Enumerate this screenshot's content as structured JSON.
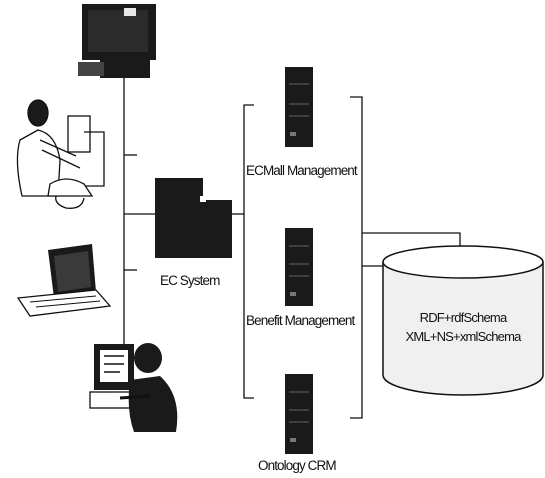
{
  "nodes": {
    "ec_system": "EC System",
    "ecmall": "ECMall Management",
    "benefit": "Benefit Management",
    "crm": "Ontology CRM"
  },
  "database": {
    "line1": "RDF+rdfSchema",
    "line2": "XML+NS+xmlSchema"
  },
  "clients": [
    "desktop-computer-icon",
    "office-worker-icon",
    "laptop-icon",
    "user-at-computer-icon"
  ],
  "colors": {
    "ink": "#111111",
    "fill_dark": "#1a1a1a",
    "background": "#ffffff"
  }
}
